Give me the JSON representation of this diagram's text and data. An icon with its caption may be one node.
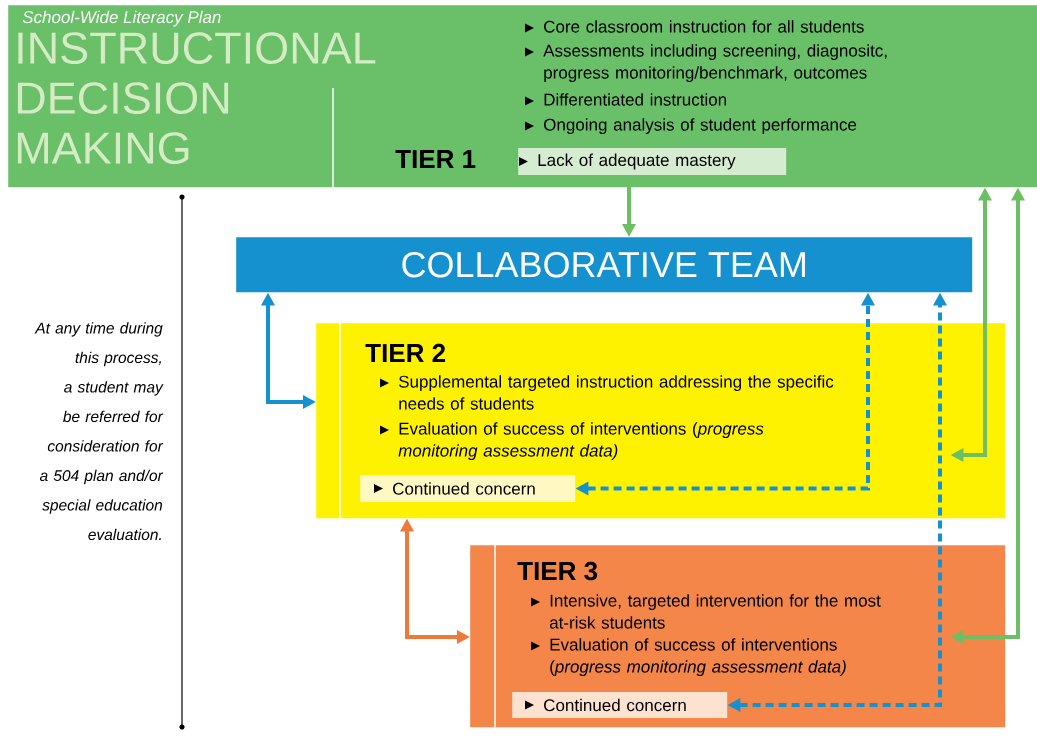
{
  "diagram": {
    "title": "INSTRUCTIONAL DECISION MAKING",
    "nodes": [
      {
        "text": [
          "TIER 1",
          "Core classroom instruction for all students",
          "Assessments including screening, diagnositc, progress monitoring/benchmark, outcomes",
          "Differentiated instruction",
          "Ongoing analysis of student performance"
        ]
      },
      {
        "text": [
          "Lack of adequate mastery"
        ],
        "in": 0
      },
      {
        "text": [
          "COLLABORATIVE TEAM"
        ]
      },
      {
        "text": [
          "TIER 2",
          "Supplemental targeted instruction addressing the specific needs of students",
          "Evaluation of success of interventions (*progress monitoring assessment data)*"
        ]
      },
      {
        "text": [
          "Continued concern"
        ],
        "in": 3
      },
      {
        "text": [
          "TIER 3",
          "Intensive, targeted intervention for the most at-risk students",
          "Evaluation of success of interventions (*progress monitoring assessment data)*"
        ]
      },
      {
        "text": [
          "Continued concern"
        ],
        "in": 5
      }
    ],
    "edges": [
      {
        "from": 1,
        "to": 2,
        "arrow": "to",
        "color": "#6cbf62"
      },
      {
        "from": 2,
        "to": 3,
        "arrow": "both",
        "color": "#1591d0"
      },
      {
        "from": 3,
        "to": 5,
        "arrow": "both",
        "color": "#ee7a3a"
      },
      {
        "from": 4,
        "to": 2,
        "arrow": "both",
        "style": "dashed",
        "color": "#1591d0"
      },
      {
        "from": 6,
        "to": 2,
        "arrow": "both",
        "style": "dashed",
        "color": "#1591d0"
      },
      {
        "from": 0,
        "to": 3,
        "arrow": "both",
        "color": "#6cbf62"
      },
      {
        "from": 0,
        "to": 5,
        "arrow": "both",
        "color": "#6cbf62"
      }
    ],
    "labels": [
      "School-Wide Literacy Plan",
      "At any time during this process, a student may be referred for consideration for a 504 plan and/or special education evaluation."
    ]
  }
}
